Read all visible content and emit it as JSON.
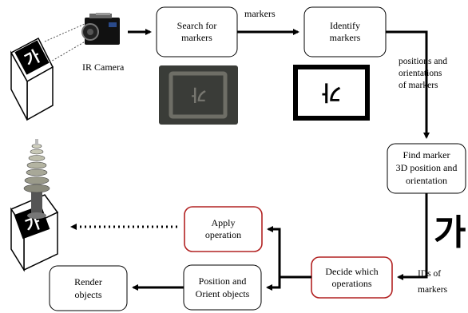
{
  "nodes": {
    "search": [
      "Search for",
      "markers"
    ],
    "identify": [
      "Identify",
      "markers"
    ],
    "find": [
      "Find marker",
      "3D position and",
      "orientation"
    ],
    "decide": [
      "Decide which",
      "operations"
    ],
    "apply": [
      "Apply",
      "operation"
    ],
    "position": [
      "Position and",
      "Orient objects"
    ],
    "render": [
      "Render",
      "objects"
    ]
  },
  "labels": {
    "markers": "markers",
    "positions": [
      "positions and",
      "orientations",
      "of markers"
    ],
    "ids": [
      "IDs of",
      "markers"
    ],
    "camera": "IR Camera"
  },
  "glyphs": {
    "big": "가",
    "cube_top": "가",
    "cube_bottom": "가"
  },
  "colors": {
    "highlight_border": "#b22222",
    "photo_background": "#3a3c38"
  }
}
